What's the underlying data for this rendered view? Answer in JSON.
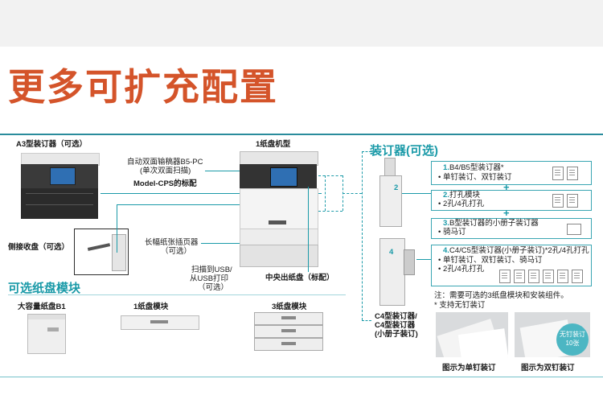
{
  "headline": "更多可扩充配置",
  "labels": {
    "a3_finisher": "A3型装订器（可选）",
    "base_model": "1纸盘机型",
    "adf_line1": "自动双面输稿器B5-PC",
    "adf_line2": "(单次双面扫描)",
    "cps_std": "Model-CPS的标配",
    "side_tray": "侧接收盘（可选）",
    "long_paper_line1": "长幅纸张插页器",
    "long_paper_line2": "（可选）",
    "usb_line1": "扫描到USB/",
    "usb_line2": "从USB打印",
    "usb_line3": "（可选）",
    "center_tray": "中央出纸盘（标配）",
    "optional_trays_title": "可选纸盘模块",
    "hcf": "大容量纸盘B1",
    "tray1": "1纸盘模块",
    "tray3": "3纸盘模块",
    "finisher_title": "装订器(可选)",
    "c4_line1": "C4型装订器/",
    "c4_line2": "C4型装订器",
    "c4_line3": "(小册子装订)",
    "badge_2": "2",
    "badge_4": "4"
  },
  "options": [
    {
      "num": "1.",
      "title": "B4/B5型装订器*",
      "lines": [
        "• 单钉装订、双钉装订"
      ]
    },
    {
      "num": "2.",
      "title": "打孔模块",
      "lines": [
        "• 2孔/4孔打孔"
      ]
    },
    {
      "num": "3.",
      "title": "B型装订器的小册子装订器",
      "lines": [
        "• 骑马订"
      ]
    },
    {
      "num": "4.",
      "title": "C4/C5型装订器(小册子装订)*2孔/4孔打孔",
      "lines": [
        "• 单钉装订、双钉装订、骑马订",
        "• 2孔/4孔打孔"
      ]
    }
  ],
  "plus_sign": "+",
  "notes": {
    "note1": "注：需要可选的3纸盘模块和安装组件。",
    "note2": "* 支持无钉装订"
  },
  "photos": {
    "caption_left": "图示为单钉装订",
    "caption_right": "图示为双钉装订",
    "badge_line1": "无钉装订",
    "badge_line2": "10张"
  },
  "colors": {
    "headline": "#d4542a",
    "accent": "#1a9aa8"
  }
}
